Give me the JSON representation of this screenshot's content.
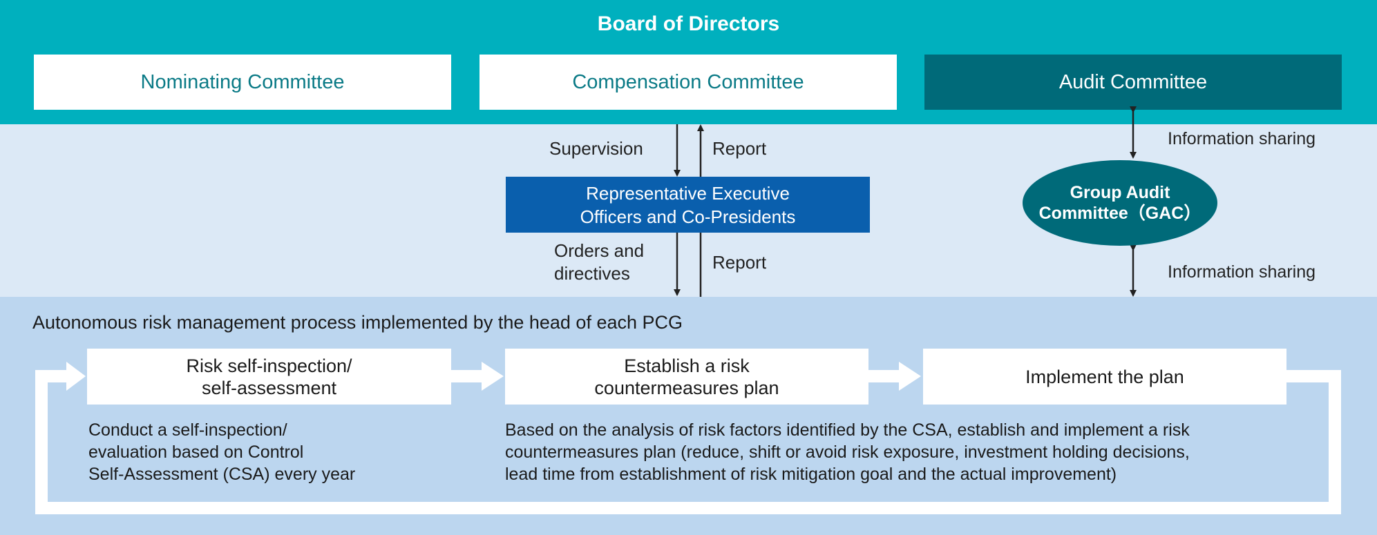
{
  "board": {
    "title": "Board of Directors"
  },
  "committees": {
    "nominating": "Nominating Committee",
    "compensation": "Compensation Committee",
    "audit": "Audit Committee"
  },
  "flow": {
    "supervision": "Supervision",
    "report_top": "Report",
    "orders_line1": "Orders and",
    "orders_line2": "directives",
    "report_bottom": "Report"
  },
  "executive": {
    "line1": "Representative Executive",
    "line2": "Officers and Co-Presidents"
  },
  "gac": {
    "line1": "Group Audit",
    "line2": "Committee（GAC）",
    "info_top": "Information sharing",
    "info_bottom": "Information sharing"
  },
  "process": {
    "title": "Autonomous risk management process implemented by the head of each PCG",
    "steps": [
      {
        "line1": "Risk self-inspection/",
        "line2": "self-assessment"
      },
      {
        "line1": "Establish a risk",
        "line2": "countermeasures plan"
      },
      {
        "line1": "Implement the plan",
        "line2": ""
      }
    ],
    "desc_left": [
      "Conduct a self-inspection/",
      "evaluation based on Control",
      "Self-Assessment (CSA) every year"
    ],
    "desc_right": [
      "Based on the analysis of risk factors identified by the CSA, establish and implement a risk",
      "countermeasures plan (reduce, shift or avoid risk exposure, investment holding decisions,",
      "lead time from establishment of risk mitigation goal and the actual improvement)"
    ]
  },
  "colors": {
    "board": "#00b0be",
    "audit": "#006a79",
    "executive": "#0a5fad",
    "middle_band": "#dce9f6",
    "process_band": "#bcd6ef"
  }
}
